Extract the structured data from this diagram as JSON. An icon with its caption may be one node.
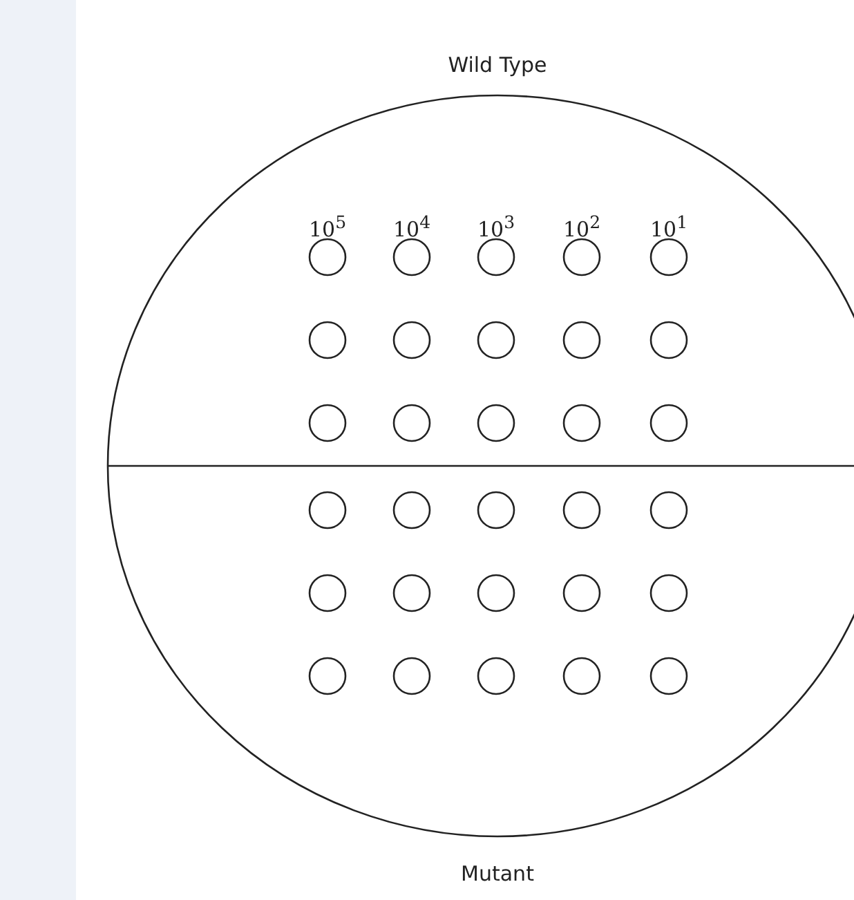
{
  "diagram": {
    "labels": [
      "Wild Type",
      "10$^{5}$",
      "10$^{4}$",
      "10$^{3}$",
      "10$^{2}$",
      "10$^{1}$",
      "Mutant"
    ]
  }
}
